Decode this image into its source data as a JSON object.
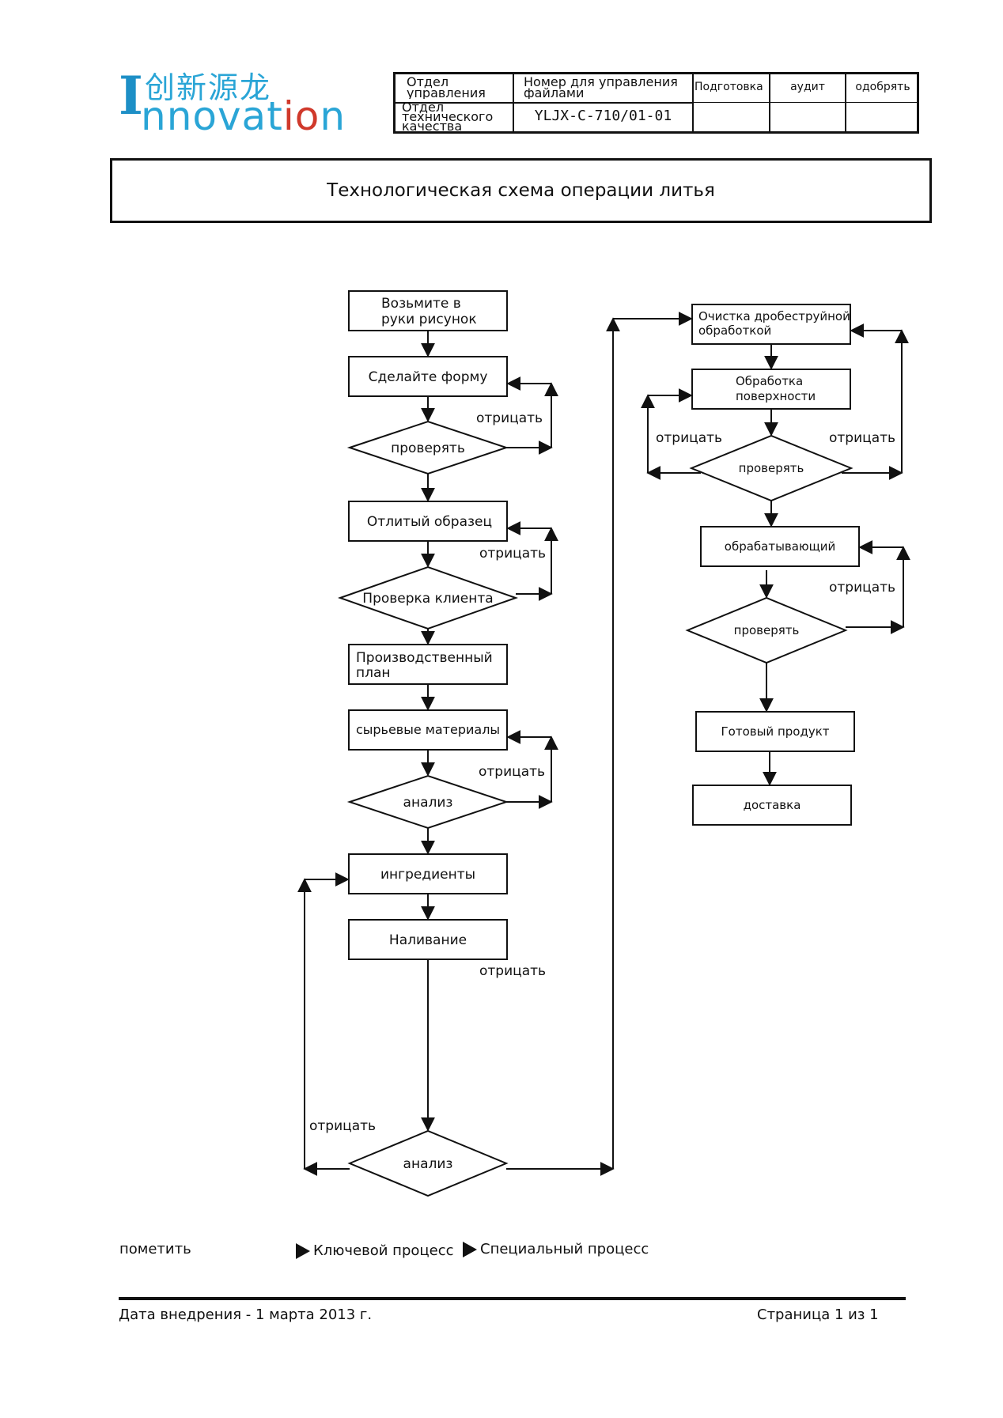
{
  "logo": {
    "cn": "创新源龙",
    "en_initial": "I",
    "en_rest_a": "nnovat",
    "en_rest_o": "i",
    "en_rest_b": "n"
  },
  "header_table": {
    "dept_label": "Отдел управления",
    "file_no_label": "Номер для управления файлами",
    "preparation": "Подготовка",
    "audit": "аудит",
    "approve": "одобрять",
    "dept_value": "Отдел технического качества",
    "file_no_value": "YLJX-C-710/01-01"
  },
  "title": "Технологическая схема операции литья",
  "flow": {
    "take_drawing": [
      "Возьмите в",
      "руки рисунок"
    ],
    "make_mold": "Сделайте форму",
    "check1": "проверять",
    "cast_sample": "Отлитый образец",
    "client_check": "Проверка клиента",
    "production_plan": [
      "Производственный",
      "план"
    ],
    "raw_materials": "сырьевые материалы",
    "analysis1": "анализ",
    "ingredients": "ингредиенты",
    "pouring": "Наливание",
    "analysis2": "анализ",
    "shot_blasting": [
      "Очистка дробеструйной",
      "обработкой"
    ],
    "surface_treatment": [
      "Обработка",
      "поверхности"
    ],
    "check2": "проверять",
    "machining": "обрабатывающий",
    "check3": "проверять",
    "finished_product": "Готовый продукт",
    "delivery": "доставка",
    "reject": "отрицать"
  },
  "legend": {
    "mark": "пометить",
    "key_process": "Ключевой процесс",
    "special_process": "Специальный процесс"
  },
  "footer": {
    "date": "Дата внедрения - 1 марта 2013 г.",
    "page": "Страница 1 из 1"
  }
}
